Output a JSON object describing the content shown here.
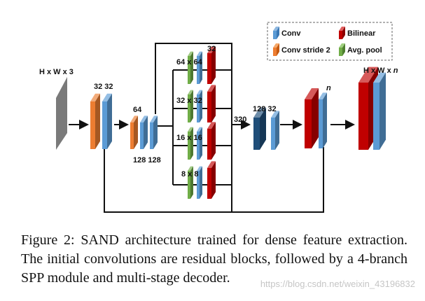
{
  "colors": {
    "input": "#7a7a7a",
    "conv": "#5b9bd5",
    "conv_stride2": "#ed7d31",
    "bilinear": "#c00000",
    "avg_pool": "#70ad47",
    "dark_conv": "#1f4e79"
  },
  "legend": {
    "conv": "Conv",
    "bilinear": "Bilinear",
    "conv_stride2": "Conv stride 2",
    "avg_pool": "Avg. pool"
  },
  "labels": {
    "input": "H x W x 3",
    "stage1": "32 32",
    "stage2_top": "64",
    "stage2_bottom": "128 128",
    "branch_channels": "32",
    "branch1": "64 x 64",
    "branch2": "32 x 32",
    "branch3": "16 x 16",
    "branch4": "8 x 8",
    "concat": "320",
    "post_spp": "128 32",
    "decoder_n": "n",
    "output_prefix": "H x W x ",
    "output_n": "n"
  },
  "caption": "Figure 2: SAND architecture trained for dense feature extraction. The initial convolutions are residual blocks, followed by a 4-branch SPP module and multi-stage decoder.",
  "watermark": "https://blog.csdn.net/weixin_43196832"
}
